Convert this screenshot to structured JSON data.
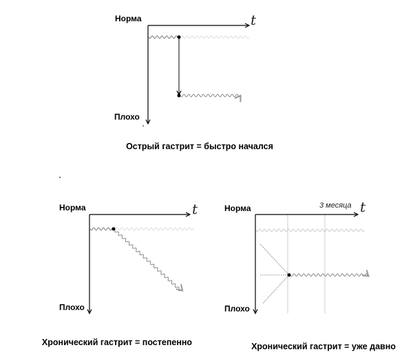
{
  "axis": {
    "good": "Норма",
    "bad": "Плохо",
    "time": "t"
  },
  "panels": [
    {
      "id": "acute",
      "caption": "Острый гастрит = быстро начался"
    },
    {
      "id": "chronic-gradual",
      "caption": "Хронический гастрит = постепенно"
    },
    {
      "id": "chronic-long",
      "caption": "Хронический гастрит = уже давно",
      "time_mark": "3 месяца"
    }
  ]
}
